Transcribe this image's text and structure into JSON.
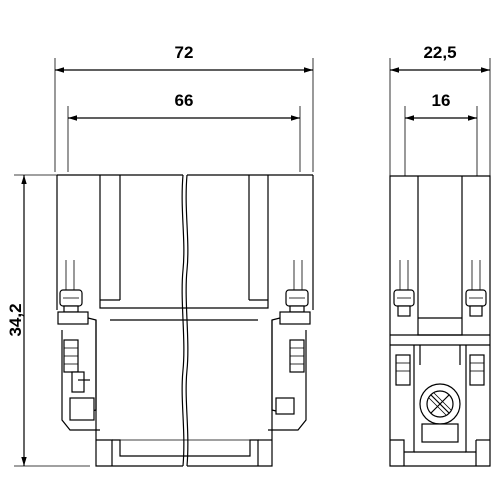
{
  "dimensions": {
    "front_total_width": "72",
    "front_inner_width": "66",
    "height": "34,2",
    "side_total_width": "22,5",
    "side_inner_width": "16"
  }
}
